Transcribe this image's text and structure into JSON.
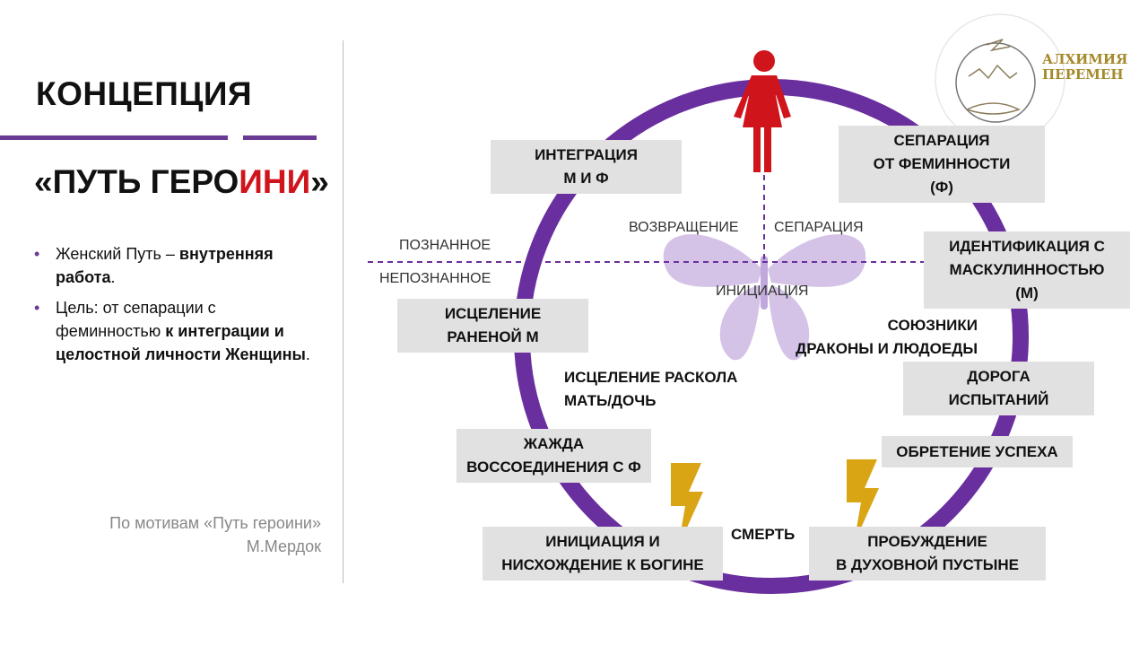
{
  "left": {
    "title": "КОНЦЕПЦИЯ",
    "subtitle_open": "«ПУТЬ ГЕРО",
    "subtitle_red": "ИНИ",
    "subtitle_close": "»",
    "bullets": [
      {
        "normal": "Женский Путь – ",
        "bold": "внутренняя работа",
        "tail": "."
      },
      {
        "normal": "Цель: от сепарации с феминностью ",
        "bold": "к интеграции и целостной личности Женщины",
        "tail": "."
      }
    ],
    "credit_line1": "По мотивам «Путь героини»",
    "credit_line2": "М.Мердок"
  },
  "logo": {
    "line1": "АЛХИМИЯ",
    "line2": "ПЕРЕМЕН"
  },
  "diagram": {
    "boxes": {
      "integration": "ИНТЕГРАЦИЯ\nМ И Ф",
      "separation_f": "СЕПАРАЦИЯ\nОТ ФЕМИННОСТИ\n(Ф)",
      "identification": "ИДЕНТИФИКАЦИЯ С\nМАСКУЛИННОСТЬЮ\n(М)",
      "healing_m": "ИСЦЕЛЕНИЕ\nРАНЕНОЙ М",
      "road": "ДОРОГА\nИСПЫТАНИЙ",
      "success": "ОБРЕТЕНИЕ УСПЕХА",
      "longing": "ЖАЖДА\nВОССОЕДИНЕНИЯ  С Ф",
      "descent": "ИНИЦИАЦИЯ И\nНИСХОЖДЕНИЕ  К БОГИНЕ",
      "awakening": "ПРОБУЖДЕНИЕ\nВ ДУХОВНОЙ ПУСТЫНЕ"
    },
    "labels": {
      "return": "ВОЗВРАЩЕНИЕ",
      "separation": "СЕПАРАЦИЯ",
      "known": "ПОЗНАННОЕ",
      "unknown": "НЕПОЗНАННОЕ",
      "initiation": "ИНИЦИАЦИЯ",
      "allies": "СОЮЗНИКИ\nДРАКОНЫ И ЛЮДОЕДЫ",
      "healing_split": "ИСЦЕЛЕНИЕ РАСКОЛА\nМАТЬ/ДОЧЬ",
      "death": "СМЕРТЬ"
    },
    "colors": {
      "ring": "#6a2f9e",
      "figure": "#d0141c",
      "bolt": "#d9a514",
      "butterfly": "#c9b3e0"
    }
  }
}
